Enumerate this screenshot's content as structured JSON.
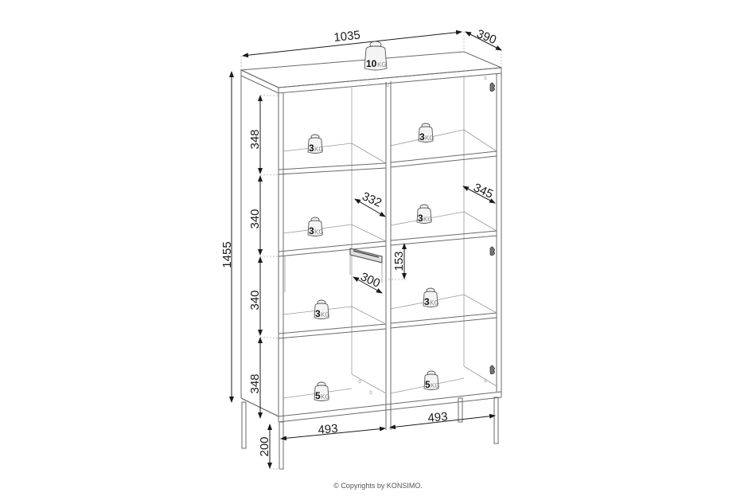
{
  "diagram": {
    "type": "furniture-dimension-drawing",
    "subject": "open shelving bookcase on metal legs, 2 columns x 4 rows",
    "units": "mm",
    "dimensions": {
      "width": "1035",
      "depth": "390",
      "total_height": "1455",
      "row_heights": [
        "348",
        "340",
        "340",
        "348"
      ],
      "leg_height": "200",
      "compartment_widths": [
        "493",
        "493"
      ],
      "inner_depth_left": "332",
      "inner_depth_right": "345",
      "drawer_depth": "300",
      "drawer_height": "153"
    },
    "load_limits": {
      "top": {
        "num": "10",
        "unit": "KG"
      },
      "row1_left": {
        "num": "3",
        "unit": "KG"
      },
      "row1_right": {
        "num": "3",
        "unit": "KG"
      },
      "row2_left": {
        "num": "3",
        "unit": "KG"
      },
      "row2_right": {
        "num": "3",
        "unit": "KG"
      },
      "row3_left": {
        "num": "3",
        "unit": "KG"
      },
      "row3_right": {
        "num": "3",
        "unit": "KG"
      },
      "row4_left": {
        "num": "5",
        "unit": "KG"
      },
      "row4_right": {
        "num": "5",
        "unit": "KG"
      }
    },
    "icons": [
      "weight-icon",
      "hinge-icon",
      "drawer-runner-icon",
      "dimension-arrow-icon"
    ]
  },
  "footer": {
    "copyright_symbol": "©",
    "copyright_text": "Copyrights by KONSIMO."
  }
}
